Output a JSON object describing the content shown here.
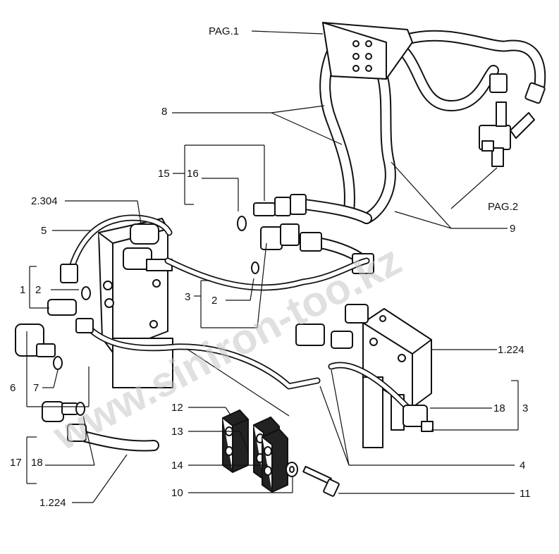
{
  "watermark": "www.siniron-too.kz",
  "callouts": {
    "pag1": "PAG.1",
    "pag2": "PAG.2",
    "n8": "8",
    "n15": "15",
    "n16": "16",
    "n2304": "2.304",
    "n5": "5",
    "n1": "1",
    "n2a": "2",
    "n3a": "3",
    "n2b": "2",
    "n9": "9",
    "n1224a": "1.224",
    "n18a": "18",
    "n3b": "3",
    "n6": "6",
    "n7": "7",
    "n12": "12",
    "n13": "13",
    "n14": "14",
    "n10": "10",
    "n11": "11",
    "n4": "4",
    "n17": "17",
    "n18b": "18",
    "n1224b": "1.224"
  }
}
